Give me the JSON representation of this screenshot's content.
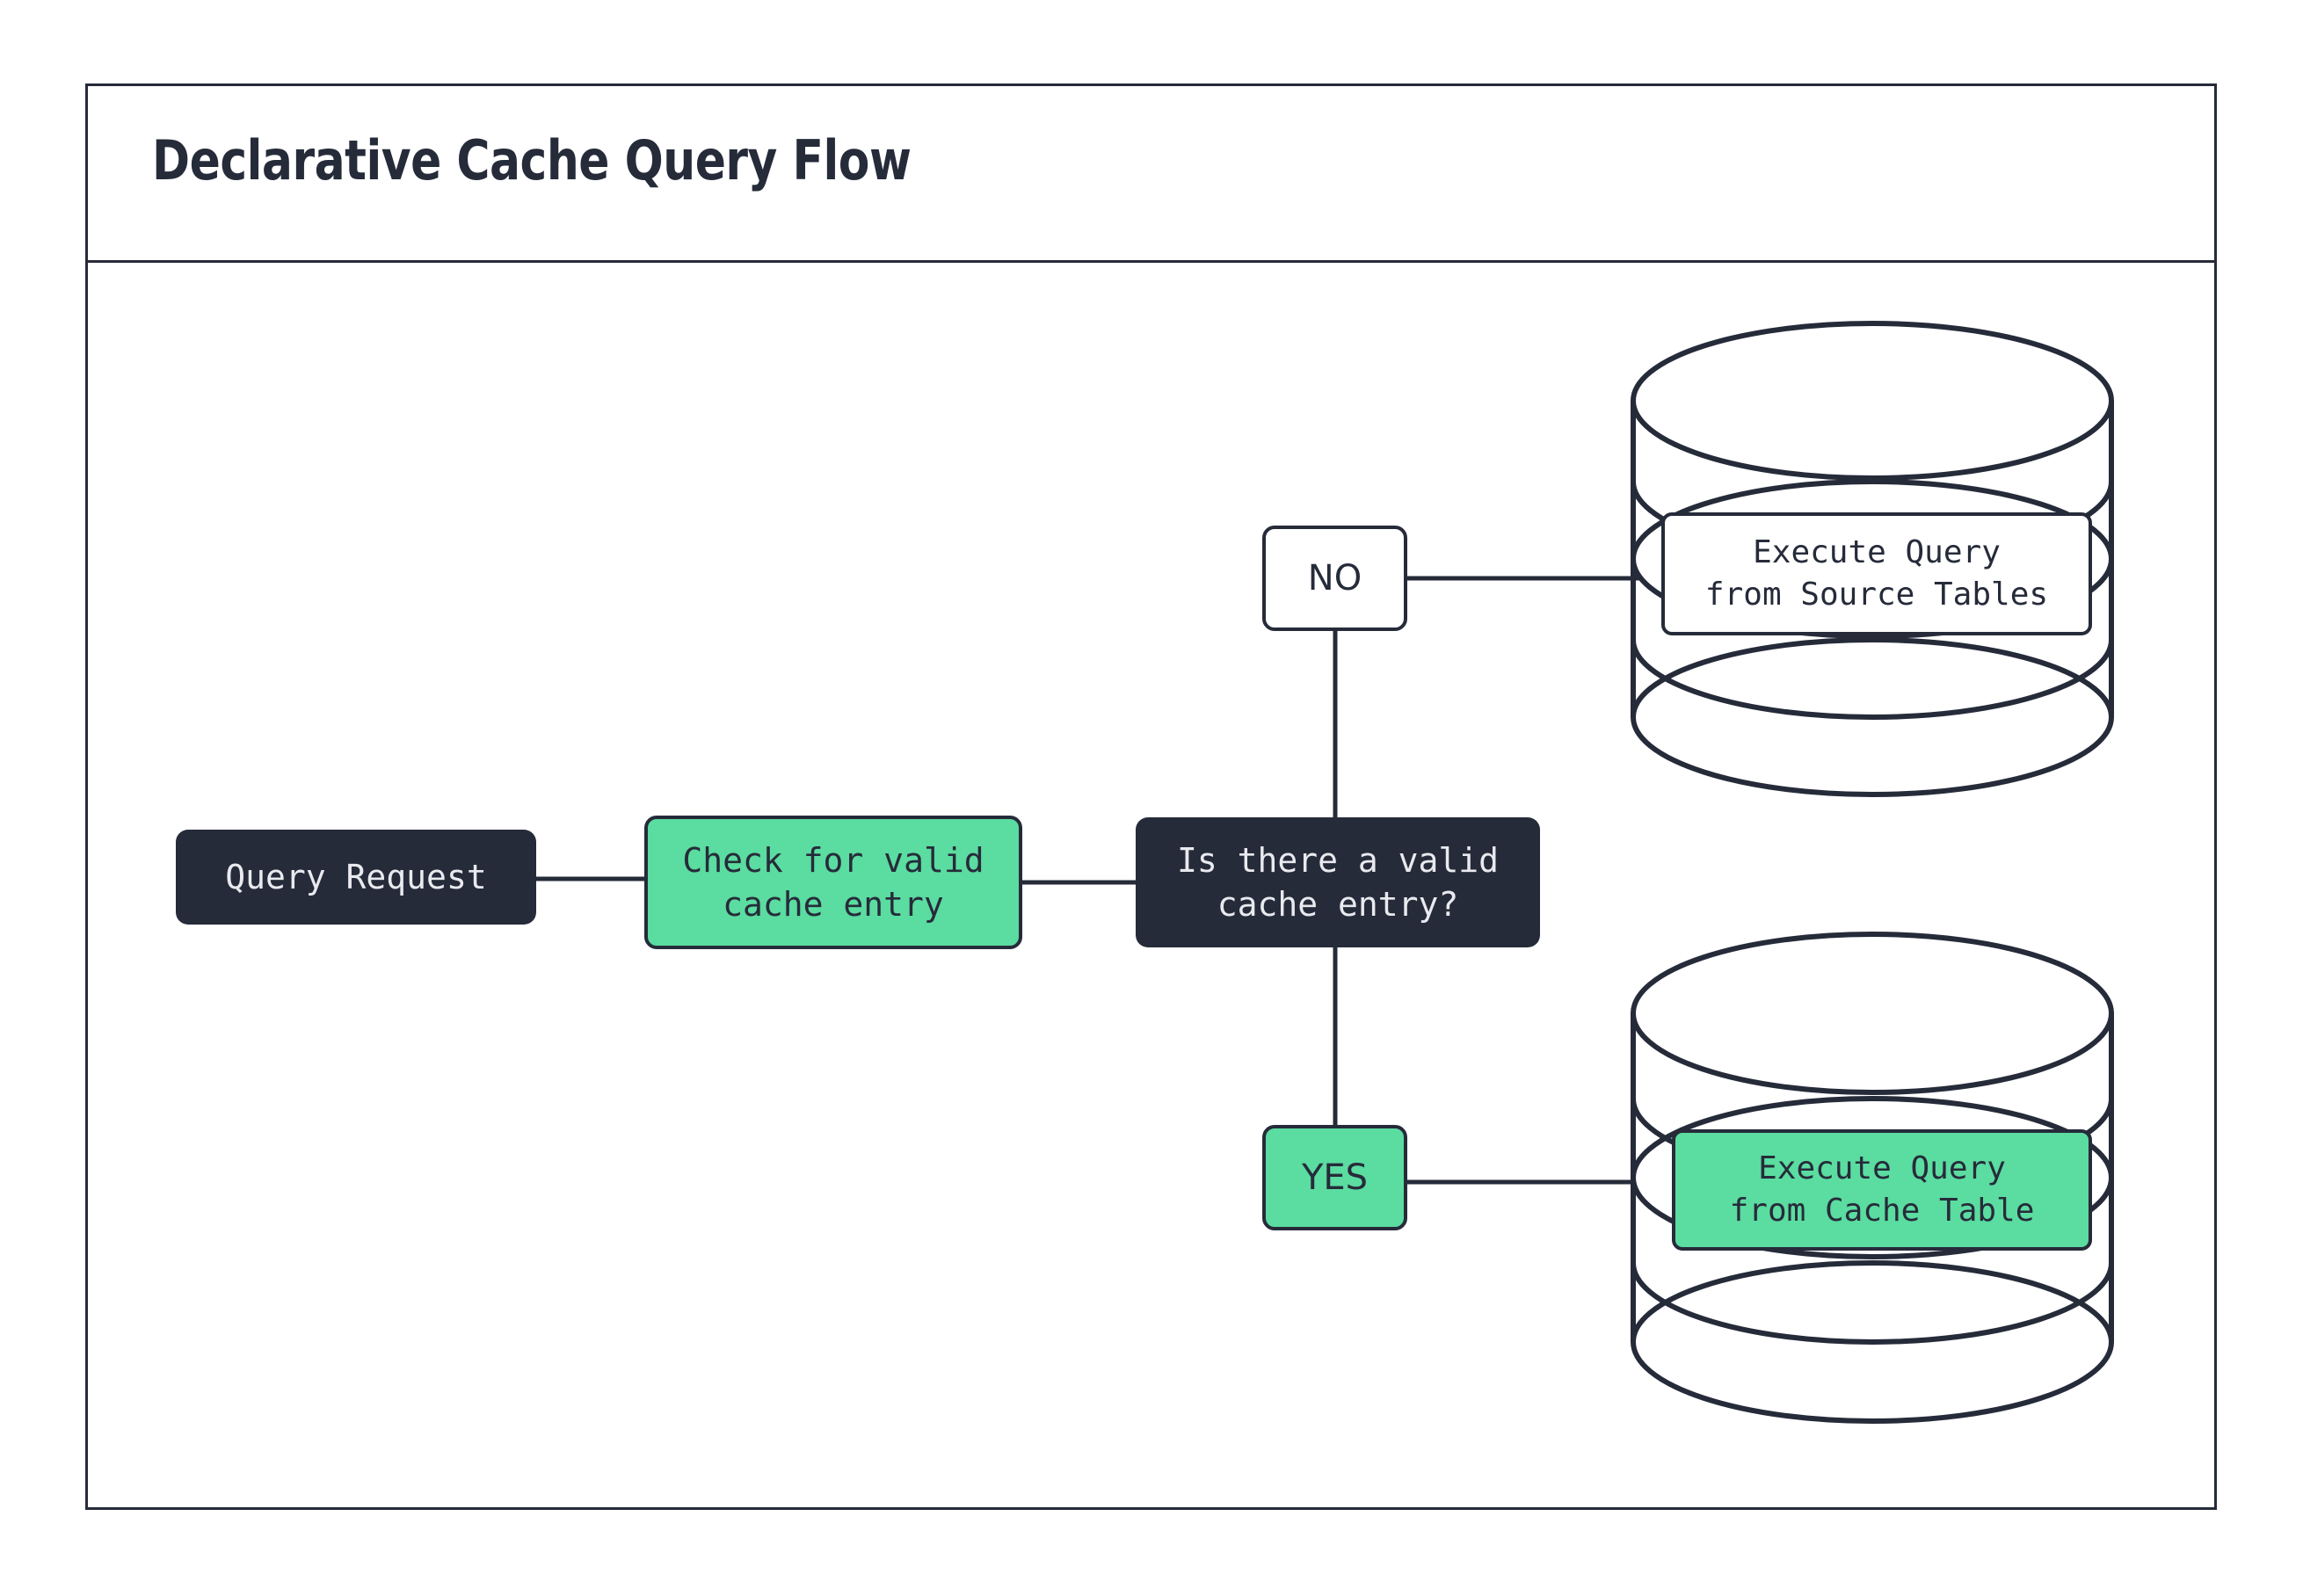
{
  "page": {
    "title": "Declarative Cache Query Flow",
    "background": "#ffffff",
    "frame_border_color": "#262b3a"
  },
  "theme": {
    "dark": "#262b3a",
    "green": "#5bdca0",
    "white": "#ffffff",
    "light_text": "#e9eaef"
  },
  "diagram": {
    "type": "flowchart",
    "nodes": [
      {
        "id": "query-request",
        "label": "Query Request",
        "shape": "rounded-rect",
        "style": "dark"
      },
      {
        "id": "check-cache",
        "label": "Check for valid\ncache entry",
        "shape": "rounded-rect",
        "style": "green"
      },
      {
        "id": "decision",
        "label": "Is there a valid\ncache entry?",
        "shape": "rounded-rect",
        "style": "dark"
      },
      {
        "id": "source-tables",
        "label": "Execute Query\nfrom Source Tables",
        "shape": "cylinder",
        "style": "white"
      },
      {
        "id": "cache-table",
        "label": "Execute Query\nfrom Cache Table",
        "shape": "cylinder",
        "style": "green"
      }
    ],
    "branches": [
      {
        "id": "no",
        "label": "NO",
        "style": "white",
        "from": "decision",
        "to": "source-tables"
      },
      {
        "id": "yes",
        "label": "YES",
        "style": "green",
        "from": "decision",
        "to": "cache-table"
      }
    ],
    "edges": [
      {
        "from": "query-request",
        "to": "check-cache"
      },
      {
        "from": "check-cache",
        "to": "decision"
      },
      {
        "from": "decision",
        "to": "no"
      },
      {
        "from": "no",
        "to": "source-tables"
      },
      {
        "from": "decision",
        "to": "yes"
      },
      {
        "from": "yes",
        "to": "cache-table"
      }
    ]
  }
}
